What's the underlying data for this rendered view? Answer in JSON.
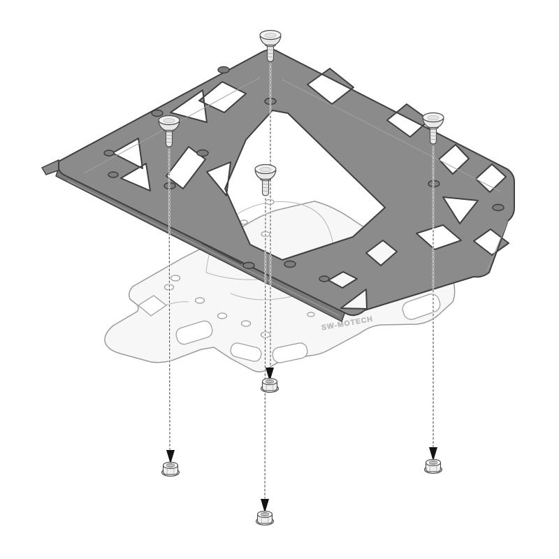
{
  "diagram": {
    "embossed_text": "SW-MOTECH",
    "fasteners": {
      "screws_count": 4,
      "nuts_count": 4
    },
    "colors": {
      "background": "#ffffff",
      "rack_plate_fill": "#8b8b8b",
      "rack_plate_outline": "#3f3f3f",
      "rack_plate_rail_fill": "#7a7a7a",
      "adapter_plate_fill": "#f7f7f7",
      "adapter_plate_outline": "#9a9a9a",
      "fastener_fill": "#efefef",
      "fastener_outline": "#4a4a4a",
      "arrow_color": "#141414",
      "dashed_line_color": "#5c5c5c"
    }
  }
}
